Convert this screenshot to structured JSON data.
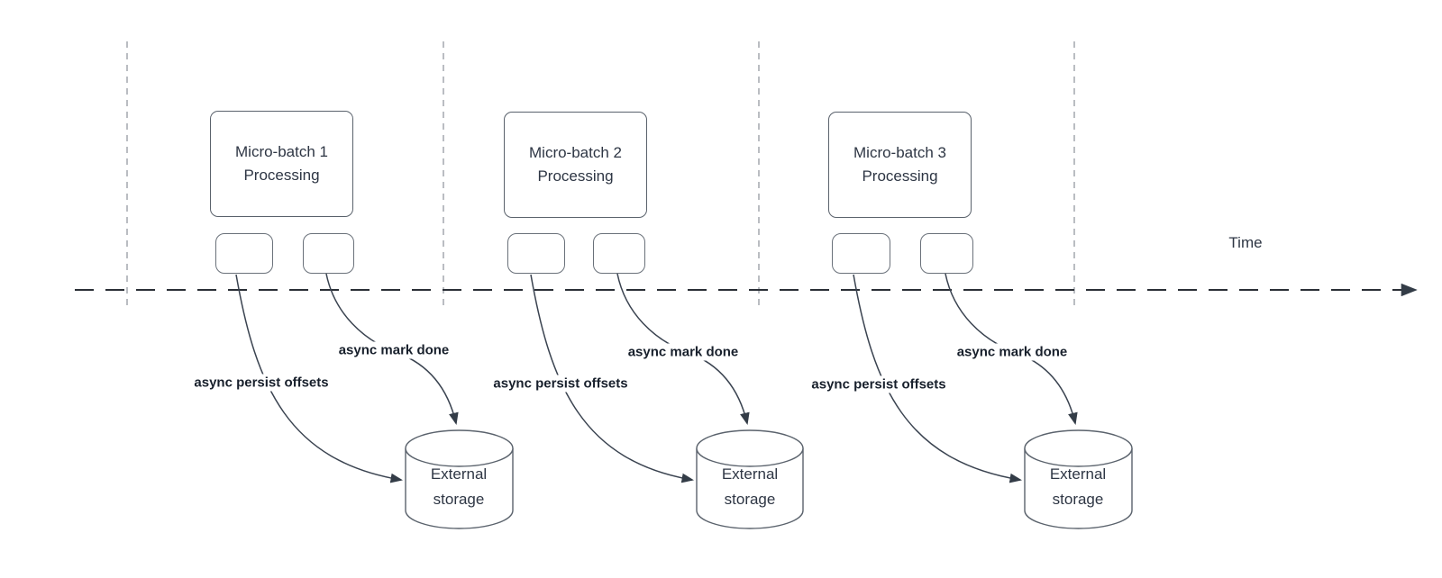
{
  "timeline": {
    "label": "Time"
  },
  "sections": [
    {
      "batch_title": "Micro-batch 1",
      "batch_subtitle": "Processing",
      "persist_label": "async persist offsets",
      "mark_done_label": "async mark done",
      "storage_label": "External storage"
    },
    {
      "batch_title": "Micro-batch 2",
      "batch_subtitle": "Processing",
      "persist_label": "async persist offsets",
      "mark_done_label": "async mark done",
      "storage_label": "External storage"
    },
    {
      "batch_title": "Micro-batch 3",
      "batch_subtitle": "Processing",
      "persist_label": "async persist offsets",
      "mark_done_label": "async mark done",
      "storage_label": "External storage"
    }
  ],
  "colors": {
    "axis_line": "#2b2f36",
    "guide_line": "#b3b6bb",
    "shape_border": "#5a626c",
    "arrow_line": "#3a4350",
    "text": "#2e3644",
    "bold_label_text": "#18202c",
    "background": "#ffffff"
  }
}
